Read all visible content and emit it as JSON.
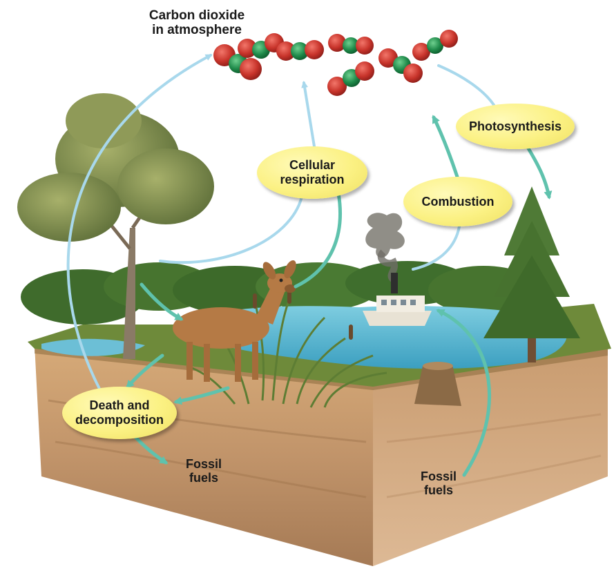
{
  "atmosphere": {
    "line1": "Carbon dioxide",
    "line2": "in atmosphere"
  },
  "processes": {
    "cellular_respiration": {
      "line1": "Cellular",
      "line2": "respiration"
    },
    "photosynthesis": {
      "label": "Photosynthesis"
    },
    "combustion": {
      "label": "Combustion"
    },
    "death_decomposition": {
      "line1": "Death and",
      "line2": "decomposition"
    }
  },
  "fossil_fuels_left": {
    "line1": "Fossil",
    "line2": "fuels"
  },
  "fossil_fuels_right": {
    "line1": "Fossil",
    "line2": "fuels"
  },
  "colors": {
    "bubble": "#fbf183",
    "arrow_light_blue": "#a8d8ec",
    "arrow_teal": "#5fc2ad",
    "co2_oxygen": "#c8342b",
    "co2_carbon": "#1f8a4a",
    "water": "#4fb3cf",
    "soil": "#c79a6a"
  }
}
